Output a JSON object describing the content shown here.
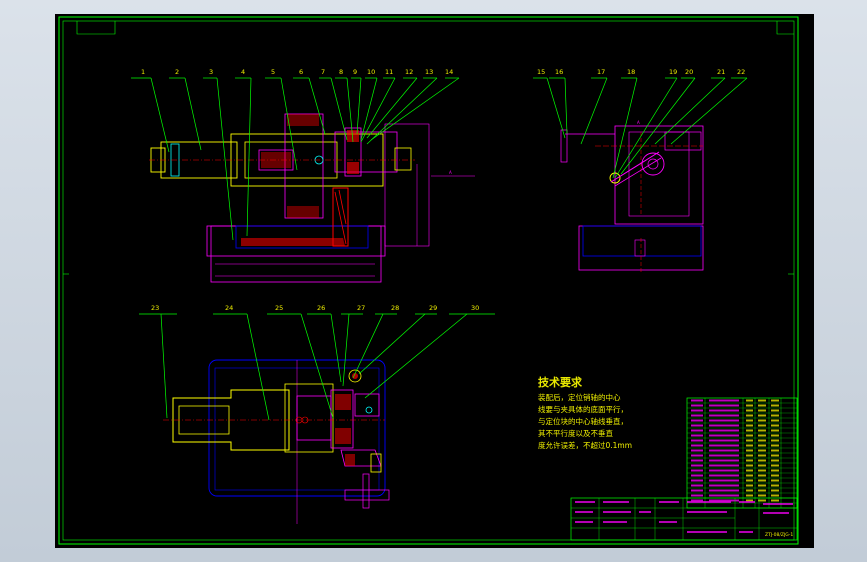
{
  "balloons_top_left": [
    "1",
    "2",
    "3",
    "4",
    "5",
    "6",
    "7",
    "8",
    "9",
    "10",
    "11",
    "12",
    "13",
    "14"
  ],
  "balloons_top_right": [
    "15",
    "16",
    "17",
    "18",
    "19",
    "20",
    "21",
    "22"
  ],
  "balloons_bottom": [
    "23",
    "24",
    "25",
    "26",
    "27",
    "28",
    "29",
    "30"
  ],
  "technical_requirements": {
    "title": "技术要求",
    "lines": [
      "装配后，定位销轴的中心",
      "线要与夹具体的底面平行，",
      "与定位块的中心轴线垂直，",
      "其不平行度以及不垂直",
      "度允许误差，不超过0.1mm"
    ]
  },
  "title_block": {
    "drawing_number": "ZTJ-08/ZJG-1"
  },
  "colors": {
    "sheet_background": "#000000",
    "frame": "#00ff00",
    "leader": "#00ff00",
    "part_outline": "#ffff00",
    "housing": "#ff00ff",
    "base": "#0000ff",
    "section_fill": "#ff0000",
    "centerline": "#00ffff",
    "text": "#f0f000"
  }
}
